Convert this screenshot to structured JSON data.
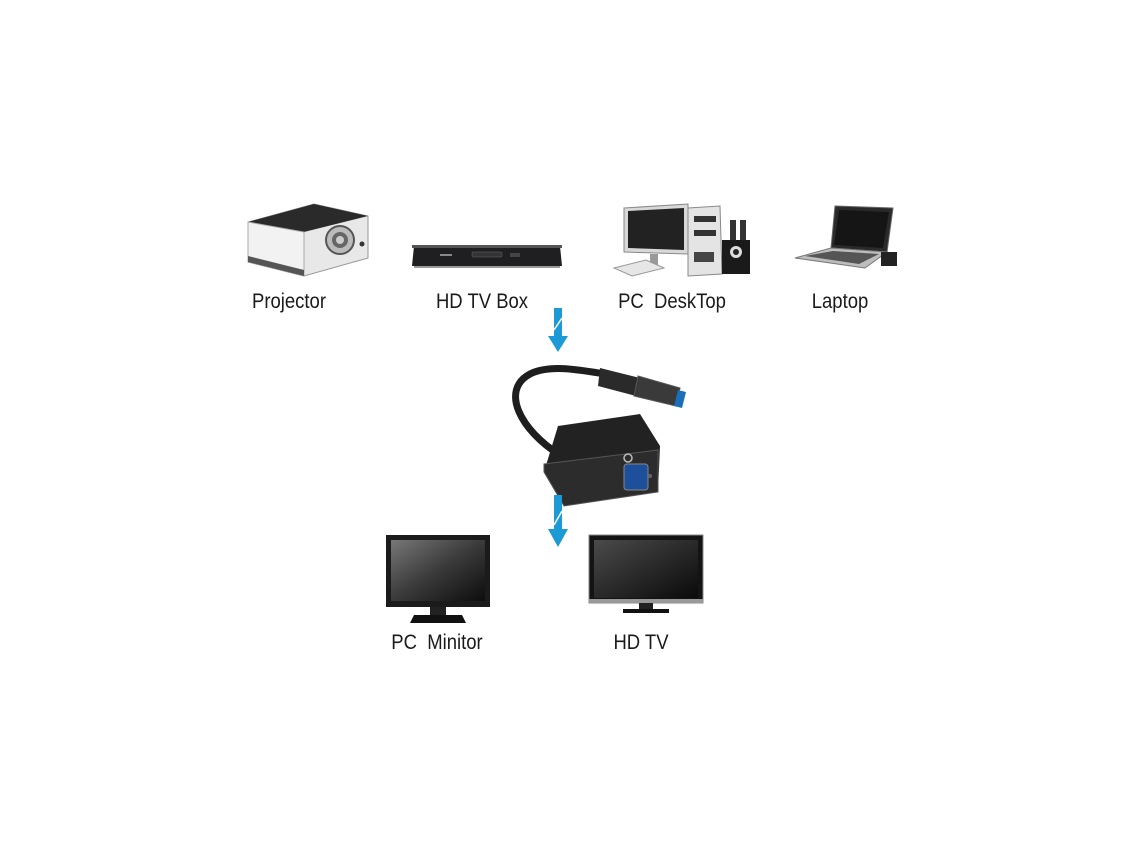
{
  "sources": [
    {
      "label": "Projector",
      "icon": "projector-icon"
    },
    {
      "label": "HD TV Box",
      "icon": "tv-box-icon"
    },
    {
      "label": "PC  DeskTop",
      "icon": "desktop-pc-icon"
    },
    {
      "label": "Laptop",
      "icon": "laptop-icon"
    }
  ],
  "adapter": {
    "icon": "usb-to-vga-adapter-icon"
  },
  "outputs": [
    {
      "label": "PC  Minitor",
      "icon": "monitor-icon"
    },
    {
      "label": "HD TV",
      "icon": "tv-icon"
    }
  ],
  "colors": {
    "arrow": "#1b9ad6",
    "device": "#1c1c1e",
    "text": "#1a1a1a"
  }
}
